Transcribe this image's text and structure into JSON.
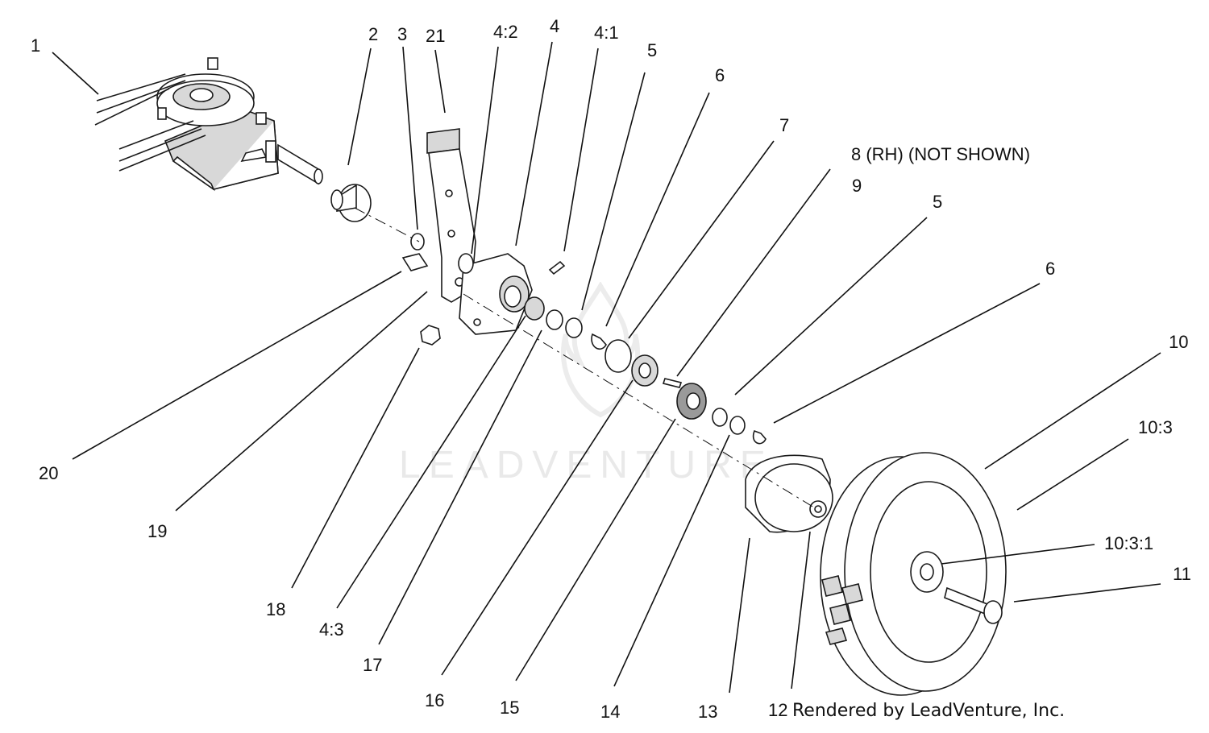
{
  "callouts": {
    "c1": "1",
    "c2": "2",
    "c3": "3",
    "c21": "21",
    "c4_2": "4:2",
    "c4": "4",
    "c4_1": "4:1",
    "c5a": "5",
    "c6a": "6",
    "c7": "7",
    "c8": "8 (RH) (NOT SHOWN)",
    "c9": "9",
    "c5b": "5",
    "c6b": "6",
    "c10": "10",
    "c10_3": "10:3",
    "c10_3_1": "10:3:1",
    "c11": "11",
    "c20": "20",
    "c19": "19",
    "c18": "18",
    "c4_3": "4:3",
    "c17": "17",
    "c16": "16",
    "c15": "15",
    "c14": "14",
    "c13": "13",
    "c12": "12"
  },
  "footer": {
    "credit": "Rendered by LeadVenture, Inc."
  },
  "watermark": {
    "text": "LEADVENTURE"
  }
}
